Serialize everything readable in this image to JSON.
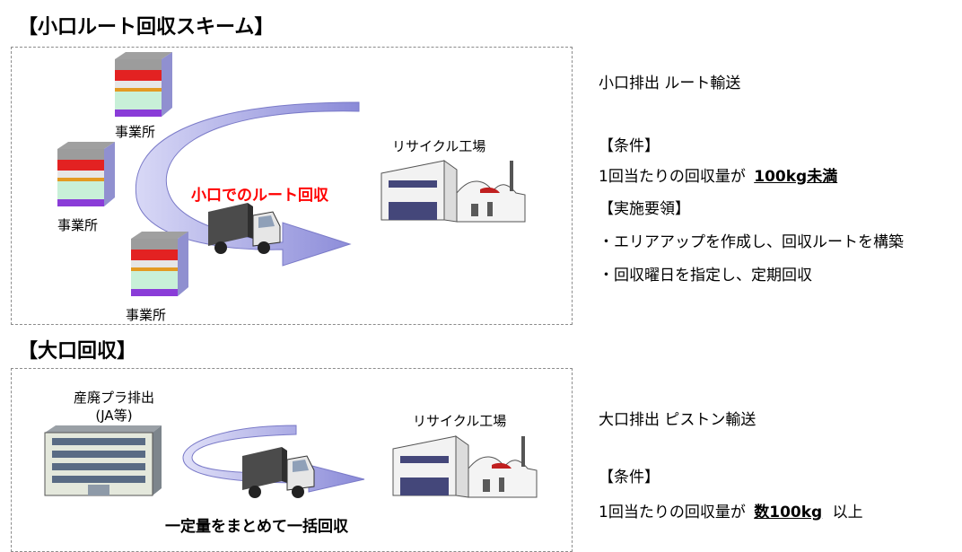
{
  "small": {
    "title": "【小口ルート回収スキーム】",
    "office_label": "事業所",
    "factory_label": "リサイクル工場",
    "route_label": "小口でのルート回収",
    "desc": "小口排出 ルート輸送",
    "cond_heading": "【条件】",
    "cond_prefix": "1回当たりの回収量が",
    "cond_value": "100kg未満",
    "proc_heading": "【実施要領】",
    "proc_items": [
      "・エリアアップを作成し、回収ルートを構築",
      "・回収曜日を指定し、定期回収"
    ]
  },
  "large": {
    "title": "【大口回収】",
    "source_label_1": "産廃プラ排出",
    "source_label_2": "(JA等)",
    "factory_label": "リサイクル工場",
    "route_label": "一定量をまとめて一括回収",
    "desc": "大口排出 ピストン輸送",
    "cond_heading": "【条件】",
    "cond_prefix": "1回当たりの回収量が",
    "cond_value": "数100kg",
    "cond_suffix": "以上"
  },
  "colors": {
    "arrow": "#9a9ae0",
    "red_text": "#ff0000",
    "border": "#8c8c8c"
  }
}
